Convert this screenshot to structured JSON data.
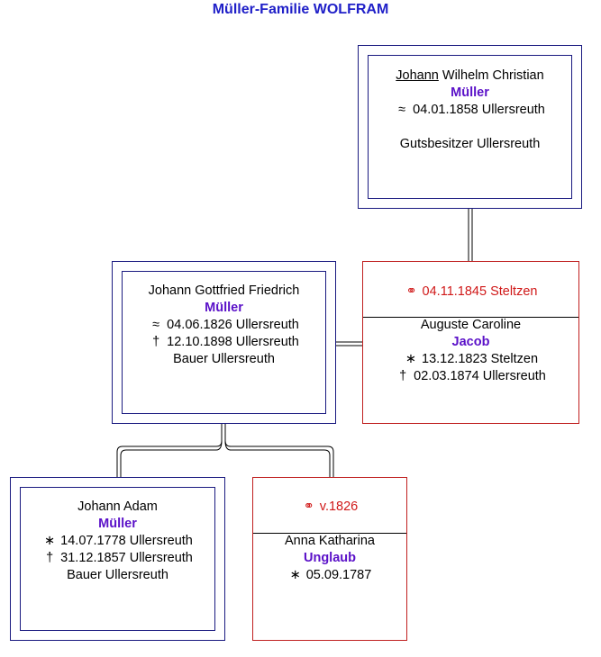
{
  "title": "Müller-Familie WOLFRAM",
  "persons": {
    "johann_wilhelm_christian": {
      "given_underlined": "Johann",
      "given_rest": " Wilhelm Christian",
      "surname": "Müller",
      "baptism_symbol": "≈",
      "baptism": "04.01.1858 Ullersreuth",
      "occupation": "Gutsbesitzer Ullersreuth"
    },
    "johann_gottfried_friedrich": {
      "given": "Johann Gottfried Friedrich",
      "surname": "Müller",
      "baptism_symbol": "≈",
      "baptism": "04.06.1826 Ullersreuth",
      "death_symbol": "†",
      "death": "12.10.1898 Ullersreuth",
      "occupation": "Bauer Ullersreuth"
    },
    "auguste_caroline": {
      "marriage_symbol": "⚭",
      "marriage": "04.11.1845 Steltzen",
      "given": "Auguste Caroline",
      "surname": "Jacob",
      "birth_symbol": "∗",
      "birth": "13.12.1823 Steltzen",
      "death_symbol": "†",
      "death": "02.03.1874 Ullersreuth"
    },
    "johann_adam": {
      "given": "Johann Adam",
      "surname": "Müller",
      "birth_symbol": "∗",
      "birth": "14.07.1778 Ullersreuth",
      "death_symbol": "†",
      "death": "31.12.1857 Ullersreuth",
      "occupation": "Bauer Ullersreuth"
    },
    "anna_katharina": {
      "marriage_symbol": "⚭",
      "marriage": "v.1826",
      "given": "Anna Katharina",
      "surname": "Unglaub",
      "birth_symbol": "∗",
      "birth": "05.09.1787"
    }
  },
  "colors": {
    "title": "#2020c8",
    "surname": "#5a10c8",
    "marriage": "#d01818",
    "male_border": "#1a1a80",
    "female_border": "#c02020"
  }
}
